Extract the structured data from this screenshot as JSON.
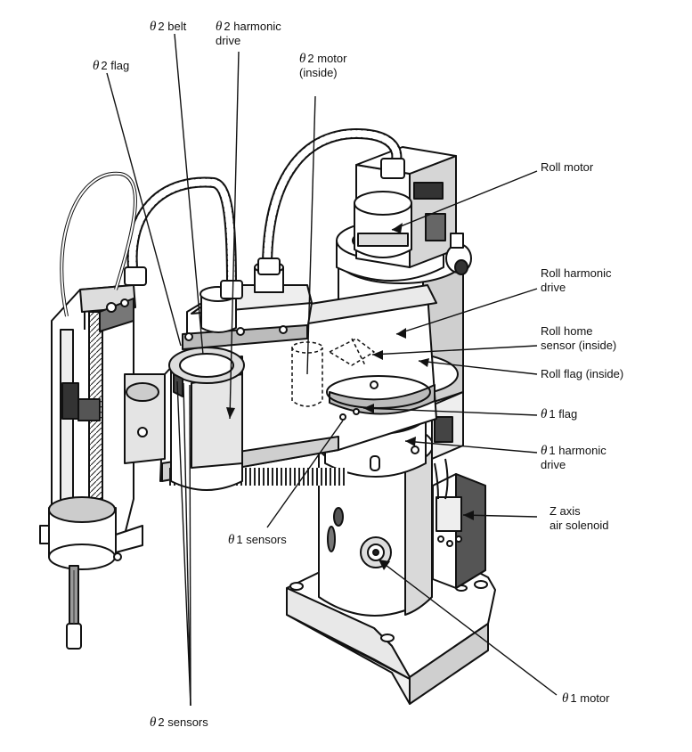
{
  "colors": {
    "ink": "#111111",
    "paper": "#ffffff",
    "shade": "#d9d9d9",
    "dark": "#6a6a6a"
  },
  "labels": {
    "theta2_flag": {
      "symbol": "θ",
      "num": "2",
      "text": "flag"
    },
    "theta2_belt": {
      "symbol": "θ",
      "num": "2",
      "text": "belt"
    },
    "theta2_harmonic": {
      "symbol": "θ",
      "num": "2",
      "line1": "harmonic",
      "line2": "drive"
    },
    "theta2_motor": {
      "symbol": "θ",
      "num": "2",
      "line1": "motor",
      "line2": "(inside)"
    },
    "roll_motor": {
      "text": "Roll motor"
    },
    "roll_harmonic": {
      "line1": "Roll harmonic",
      "line2": "drive"
    },
    "roll_home": {
      "line1": "Roll home",
      "line2": "sensor (inside)"
    },
    "roll_flag": {
      "text": "Roll flag (inside)"
    },
    "theta1_flag": {
      "symbol": "θ",
      "num": "1",
      "text": "flag"
    },
    "theta1_harmonic": {
      "symbol": "θ",
      "num": "1",
      "line1": "harmonic",
      "line2": "drive"
    },
    "z_axis": {
      "line1": "Z axis",
      "line2": "air solenoid"
    },
    "theta1_sensors": {
      "symbol": "θ",
      "num": "1",
      "text": "sensors"
    },
    "theta1_motor": {
      "symbol": "θ",
      "num": "1",
      "text": "motor"
    },
    "theta2_sensors": {
      "symbol": "θ",
      "num": "2",
      "text": "sensors"
    }
  }
}
